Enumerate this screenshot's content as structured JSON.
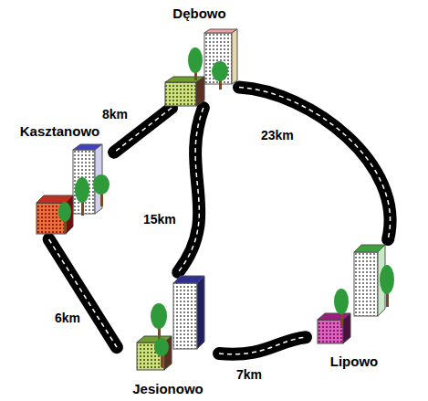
{
  "diagram": {
    "nodes": [
      {
        "text": [
          "Dębowo"
        ]
      },
      {
        "text": [
          "Kasztanowo"
        ]
      },
      {
        "text": [
          "Jesionowo"
        ]
      },
      {
        "text": [
          "Lipowo"
        ]
      }
    ],
    "edges": [
      {
        "from": 0,
        "to": 1,
        "label": "8km",
        "arrow": "none"
      },
      {
        "from": 0,
        "to": 2,
        "label": "15km",
        "arrow": "none"
      },
      {
        "from": 0,
        "to": 3,
        "label": "23km",
        "arrow": "none"
      },
      {
        "from": 1,
        "to": 2,
        "label": "6km",
        "arrow": "none"
      },
      {
        "from": 2,
        "to": 3,
        "label": "7km",
        "arrow": "none"
      }
    ]
  }
}
